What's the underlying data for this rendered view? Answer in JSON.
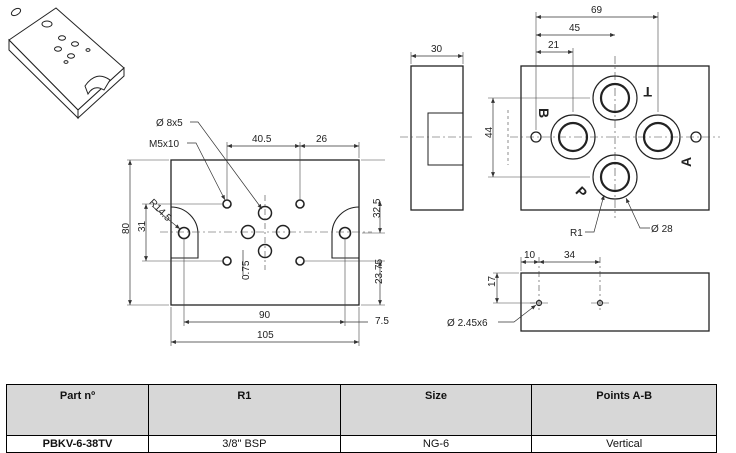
{
  "dims": {
    "side_width": "30",
    "right_69": "69",
    "right_45": "45",
    "right_21": "21",
    "right_44": "44",
    "hole_8x5": "8x5",
    "m5x10": "M5x10",
    "dim_40_5": "40.5",
    "dim_26": "26",
    "r14_5": "R14.5",
    "dim_80": "80",
    "dim_31": "31",
    "dim_32_5": "32.5",
    "dim_0_75": "0.75",
    "dim_23_75": "23.75",
    "dim_90": "90",
    "dim_7_5": "7.5",
    "dim_105": "105",
    "r1": "R1",
    "dia_28": "28",
    "dim_10": "10",
    "dim_34": "34",
    "dim_17": "17",
    "dia_2_45x6": "2.45x6",
    "diameter_symbol": "Ø"
  },
  "ports": {
    "t": "T",
    "b": "B",
    "a": "A",
    "p": "P"
  },
  "table": {
    "headers": [
      "Part nº",
      "R1",
      "Size",
      "Points A-B"
    ],
    "row": [
      "PBKV-6-38TV",
      "3/8\" BSP",
      "NG-6",
      "Vertical"
    ]
  }
}
